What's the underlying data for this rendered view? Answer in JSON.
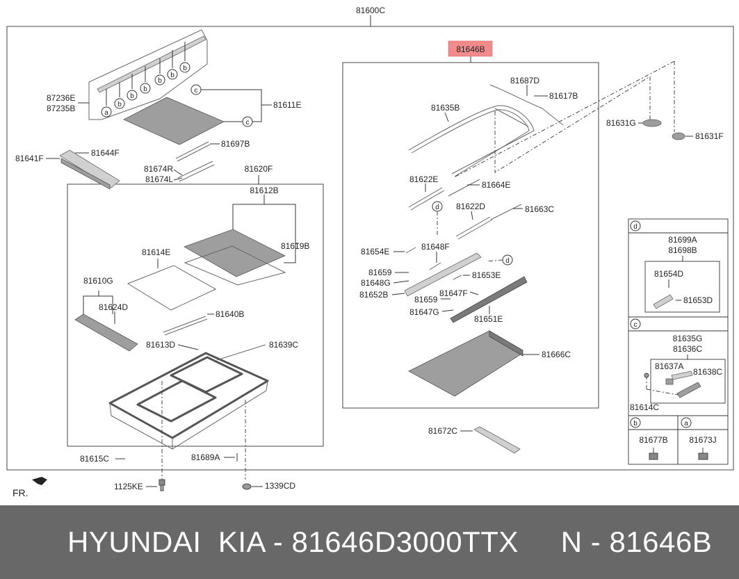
{
  "diagram": {
    "labels": {
      "assembly": "81600C",
      "highlight": "81646B",
      "l87236E": "87236E",
      "l87235B": "87235B",
      "l81611E": "81611E",
      "l81697B": "81697B",
      "l81641F": "81641F",
      "l81644F": "81644F",
      "l81674R": "81674R",
      "l81674L": "81674L",
      "l81620F": "81620F",
      "l81612B": "81612B",
      "l81619B": "81619B",
      "l81614E": "81614E",
      "l81610G": "81610G",
      "l81624D": "81624D",
      "l81640B": "81640B",
      "l81613D": "81613D",
      "l81639C": "81639C",
      "l81615C": "81615C",
      "l81689A": "81689A",
      "l1125KE": "1125KE",
      "l1339CD": "1339CD",
      "fr": "FR.",
      "l81687D": "81687D",
      "l81617B": "81617B",
      "l81635B": "81635B",
      "l81631G": "81631G",
      "l81631F": "81631F",
      "l81622E": "81622E",
      "l81664E": "81664E",
      "l81622D": "81622D",
      "l81663C": "81663C",
      "l81654E": "81654E",
      "l81648F": "81648F",
      "l81659a": "81659",
      "l81648G": "81648G",
      "l81653E": "81653E",
      "l81652B": "81652B",
      "l81647F": "81647F",
      "l81659b": "81659",
      "l81647G": "81647G",
      "l81651E": "81651E",
      "l81666C": "81666C",
      "l81672C": "81672C",
      "l81699A": "81699A",
      "l81698B": "81698B",
      "l81654D": "81654D",
      "l81653D": "81653D",
      "l81635G": "81635G",
      "l81636C": "81636C",
      "l81637A": "81637A",
      "l81638C": "81638C",
      "l81614C": "81614C",
      "l81677B": "81677B",
      "l81673J": "81673J"
    },
    "callouts": {
      "a": "a",
      "b": "b",
      "c": "c",
      "d": "d"
    }
  },
  "footer": {
    "text": "HYUNDAI  KIA - 81646D3000TTX     N - 81646B"
  },
  "colors": {
    "highlight_fill": "#f28b8b",
    "footer_bg": "#686868",
    "footer_text": "#ffffff"
  }
}
